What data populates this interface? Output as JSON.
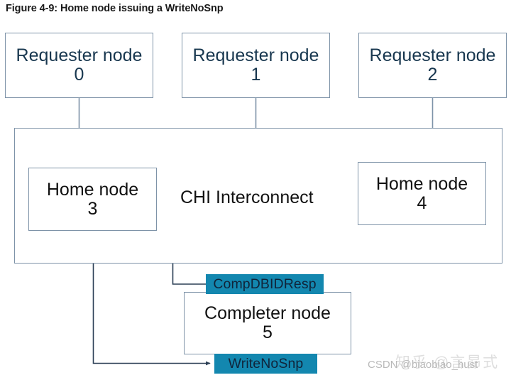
{
  "figure": {
    "title": "Figure 4-9: Home node issuing a WriteNoSnp"
  },
  "colors": {
    "node_border": "#7e93a8",
    "requester_text": "#18374f",
    "node_text": "#111111",
    "message_fill": "#1387af",
    "message_text": "#10243a",
    "connector": "#7e93a8",
    "background": "#ffffff"
  },
  "nodes": {
    "requester_0": {
      "line1": "Requester node",
      "line2": "0"
    },
    "requester_1": {
      "line1": "Requester node",
      "line2": "1"
    },
    "requester_2": {
      "line1": "Requester node",
      "line2": "2"
    },
    "home_3": {
      "line1": "Home node",
      "line2": "3"
    },
    "home_4": {
      "line1": "Home node",
      "line2": "4"
    },
    "completer_5": {
      "line1": "Completer node",
      "line2": "5"
    }
  },
  "interconnect": {
    "label": "CHI Interconnect"
  },
  "messages": {
    "comp_dbid_resp": "CompDBIDResp",
    "write_no_snp": "WriteNoSnp"
  },
  "watermark": {
    "text": "CSDN @biaobiao_hust",
    "overlay": "知乎 @言昴式"
  }
}
